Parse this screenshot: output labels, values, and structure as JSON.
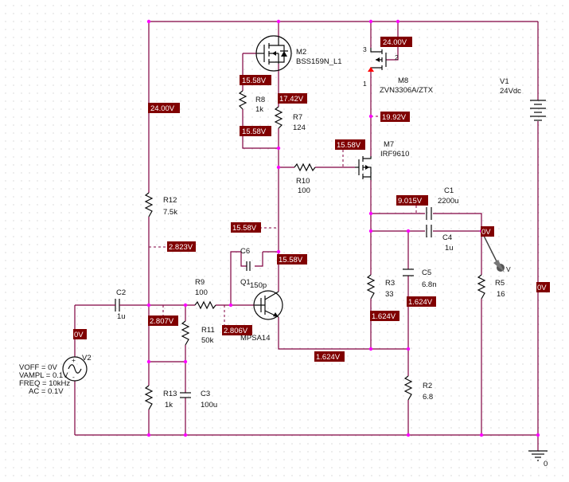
{
  "components": {
    "M2": {
      "ref": "M2",
      "part": "BSS159N_L1"
    },
    "M8": {
      "ref": "M8",
      "part": "ZVN3306A/ZTX",
      "pin3": "3",
      "pin2": "2",
      "pin1": "1"
    },
    "M7": {
      "ref": "M7",
      "part": "IRF9610"
    },
    "Q1": {
      "ref": "Q1",
      "part": "MPSA14"
    },
    "V1": {
      "ref": "V1",
      "value": "24Vdc"
    },
    "V2": {
      "ref": "V2",
      "params": [
        "VOFF = 0V",
        "VAMPL = 0.1V",
        "FREQ = 10kHz",
        "AC = 0.1V"
      ]
    },
    "R8": {
      "ref": "R8",
      "value": "1k"
    },
    "R7": {
      "ref": "R7",
      "value": "124"
    },
    "R10": {
      "ref": "R10",
      "value": "100"
    },
    "R12": {
      "ref": "R12",
      "value": "7.5k"
    },
    "R9": {
      "ref": "R9",
      "value": "100"
    },
    "R11": {
      "ref": "R11",
      "value": "50k"
    },
    "R13": {
      "ref": "R13",
      "value": "1k"
    },
    "R3": {
      "ref": "R3",
      "value": "33"
    },
    "R2": {
      "ref": "R2",
      "value": "6.8"
    },
    "R5": {
      "ref": "R5",
      "value": "16"
    },
    "C1": {
      "ref": "C1",
      "value": "2200u"
    },
    "C4": {
      "ref": "C4",
      "value": "1u"
    },
    "C5": {
      "ref": "C5",
      "value": "6.8n"
    },
    "C6": {
      "ref": "C6",
      "value": "150p"
    },
    "C2": {
      "ref": "C2",
      "value": "1u"
    },
    "C3": {
      "ref": "C3",
      "value": "100u"
    },
    "GND": {
      "label": "0"
    }
  },
  "voltage_markers": {
    "m2_gate": "15.58V",
    "m7_source": "17.42V",
    "r8_bottom": "15.58V",
    "m8_drain": "24.00V",
    "rail": "24.00V",
    "m7_source_node": "19.92V",
    "m7_gate": "15.58V",
    "collector_left": "15.58V",
    "collector": "15.58V",
    "bias_mid": "2.823V",
    "c1_node": "9.015V",
    "output": "0V",
    "base_in": "2.807V",
    "q1_base": "2.806V",
    "r3_low": "1.624V",
    "c5_low": "1.624V",
    "emitter": "1.624V",
    "source_in": "0V",
    "r5_node": "0V"
  },
  "probe": {
    "label": "V"
  }
}
